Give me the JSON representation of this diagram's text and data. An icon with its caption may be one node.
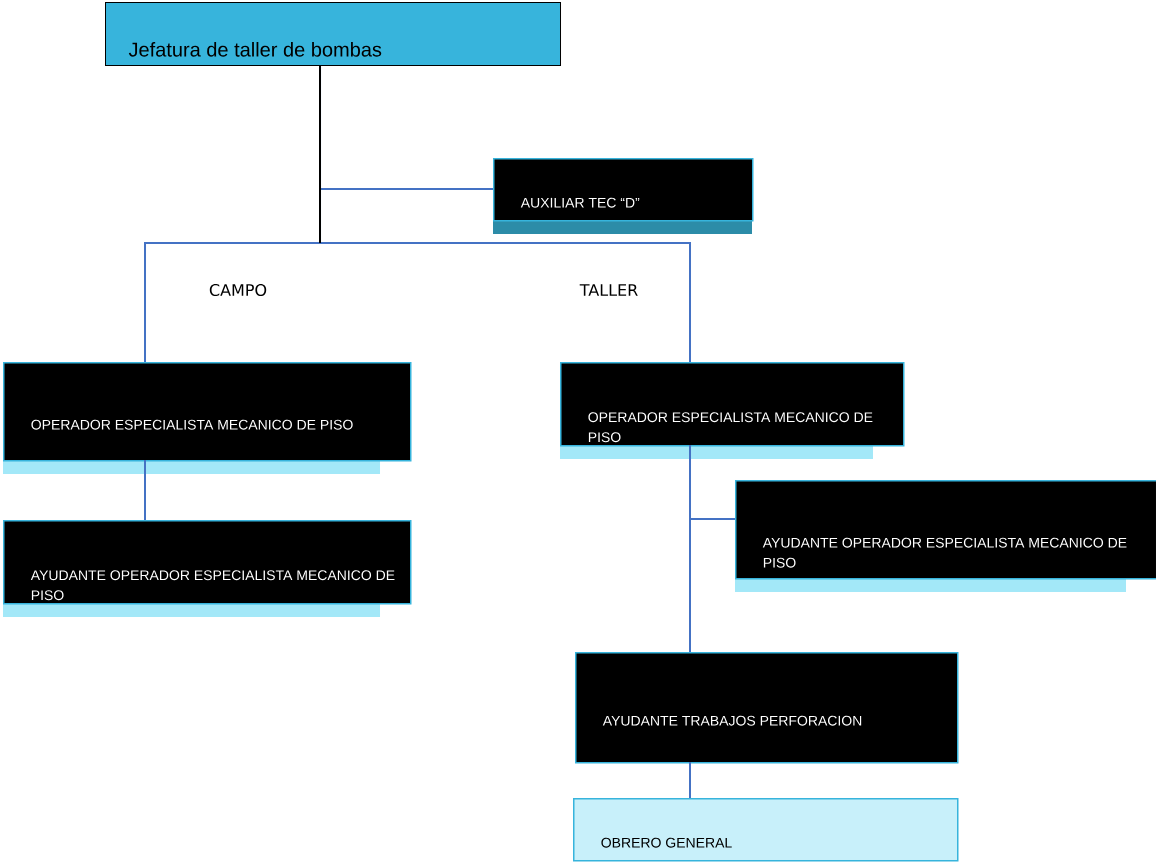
{
  "diagram": {
    "nodes": [
      {
        "text": [
          "Jefatura de taller de bombas"
        ]
      },
      {
        "text": [
          "AUXILIAR TEC “D”"
        ]
      },
      {
        "text": [
          "OPERADOR ESPECIALISTA MECANICO DE PISO"
        ]
      },
      {
        "text": [
          "AYUDANTE OPERADOR ESPECIALISTA MECANICO DE PISO"
        ]
      },
      {
        "text": [
          "OPERADOR ESPECIALISTA MECANICO DE PISO"
        ]
      },
      {
        "text": [
          "AYUDANTE OPERADOR ESPECIALISTA MECANICO DE PISO"
        ]
      },
      {
        "text": [
          "AYUDANTE TRABAJOS PERFORACION"
        ]
      },
      {
        "text": [
          "OBRERO GENERAL"
        ]
      }
    ],
    "edges": [
      {
        "from": 0,
        "to": 1,
        "arrow": "none"
      },
      {
        "from": 0,
        "to": 2,
        "arrow": "none"
      },
      {
        "from": 0,
        "to": 4,
        "arrow": "none"
      },
      {
        "from": 2,
        "to": 3,
        "arrow": "none"
      },
      {
        "from": 4,
        "to": 5,
        "arrow": "none"
      },
      {
        "from": 4,
        "to": 6,
        "arrow": "none"
      },
      {
        "from": 6,
        "to": 7,
        "arrow": "none"
      }
    ],
    "labels": [
      "CAMPO",
      "TALLER"
    ]
  }
}
